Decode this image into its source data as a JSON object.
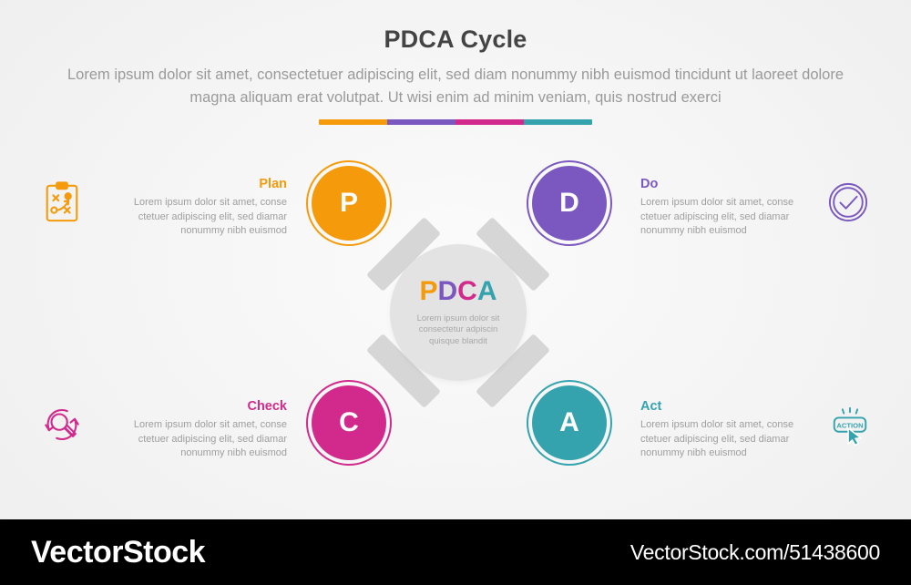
{
  "header": {
    "title": "PDCA Cycle",
    "subtitle": "Lorem ipsum dolor sit amet, consectetuer adipiscing elit, sed diam nonummy nibh euismod tincidunt ut laoreet dolore magna aliquam erat volutpat. Ut wisi enim ad minim veniam, quis nostrud exerci",
    "divider_colors": [
      "#F59B0B",
      "#7B57C0",
      "#D12A8C",
      "#35A3AE"
    ]
  },
  "center": {
    "letters": [
      {
        "char": "P",
        "color": "#F59B0B"
      },
      {
        "char": "D",
        "color": "#7B57C0"
      },
      {
        "char": "C",
        "color": "#D12A8C"
      },
      {
        "char": "A",
        "color": "#35A3AE"
      }
    ],
    "description": "Lorem ipsum dolor sit consectetur adpiscin quisque blandit",
    "circle_color": "#E3E3E3"
  },
  "nodes": [
    {
      "letter": "P",
      "color": "#F59B0B",
      "name": "plan"
    },
    {
      "letter": "D",
      "color": "#7B57C0",
      "name": "do"
    },
    {
      "letter": "C",
      "color": "#D12A8C",
      "name": "check"
    },
    {
      "letter": "A",
      "color": "#35A3AE",
      "name": "act"
    }
  ],
  "items": [
    {
      "key": "plan",
      "heading": "Plan",
      "color": "#F59B0B",
      "body": "Lorem ipsum dolor sit amet, conse ctetuer adipiscing elit, sed diamar nonummy nibh euismod",
      "icon": "clipboard-strategy-icon"
    },
    {
      "key": "do",
      "heading": "Do",
      "color": "#7B57C0",
      "body": "Lorem ipsum dolor sit amet, conse ctetuer adipiscing elit, sed diamar nonummy nibh euismod",
      "icon": "check-circle-icon"
    },
    {
      "key": "check",
      "heading": "Check",
      "color": "#D12A8C",
      "body": "Lorem ipsum dolor sit amet, conse ctetuer adipiscing elit, sed diamar nonummy nibh euismod",
      "icon": "magnifier-refresh-icon"
    },
    {
      "key": "act",
      "heading": "Act",
      "color": "#35A3AE",
      "body": "Lorem ipsum dolor sit amet, conse ctetuer adipiscing elit, sed diamar nonummy nibh euismod",
      "icon": "action-button-cursor-icon"
    }
  ],
  "icon_labels": {
    "action_button_text": "ACTION"
  },
  "footer": {
    "brand": "VectorStock",
    "url": "VectorStock.com/51438600"
  }
}
